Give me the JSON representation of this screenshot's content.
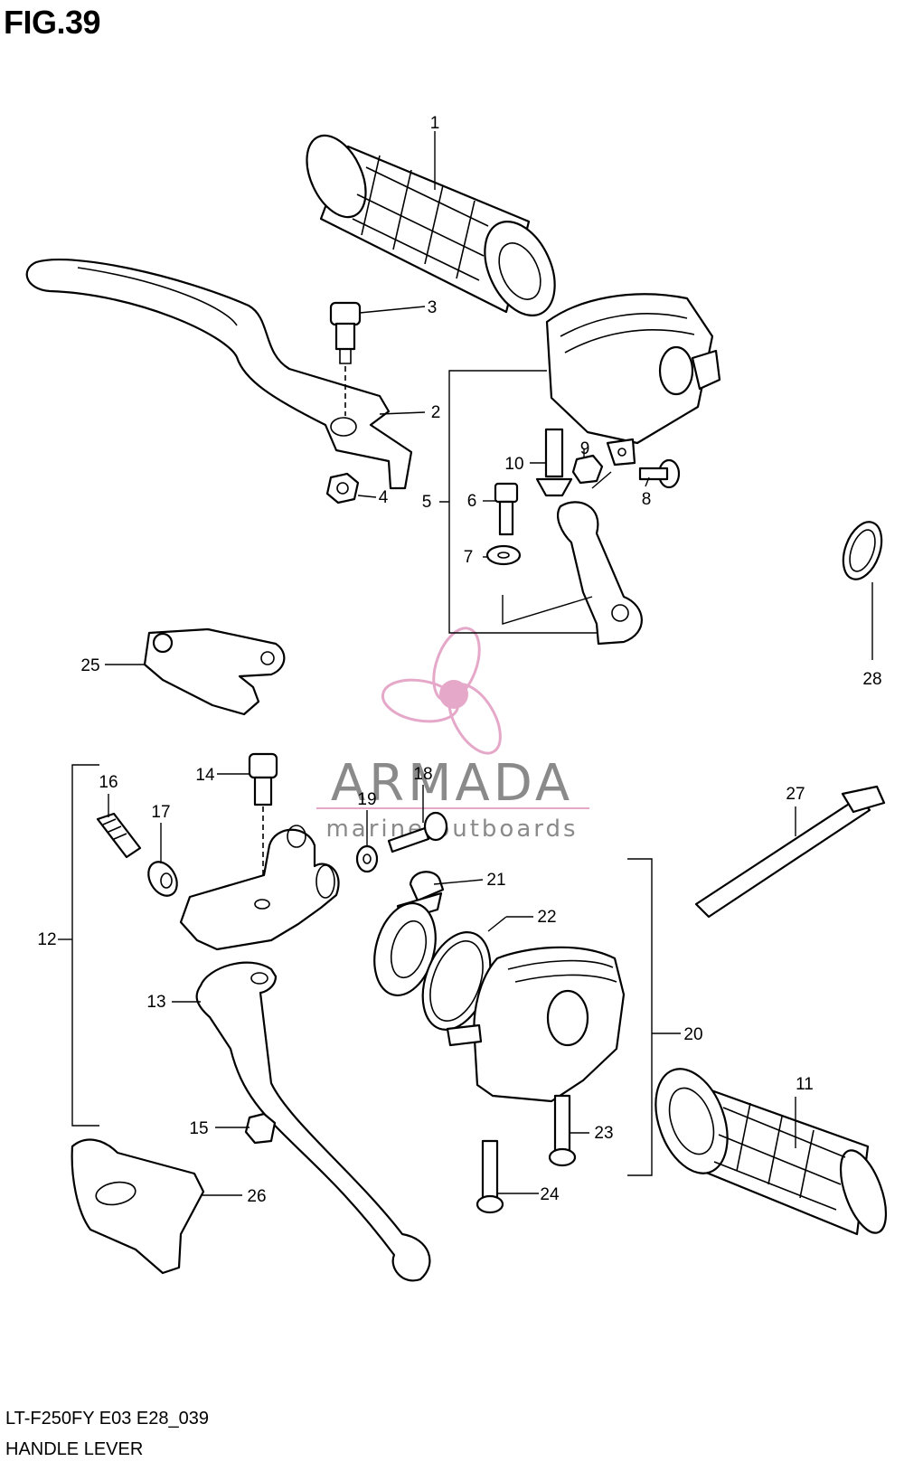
{
  "header": {
    "figure_title": "FIG.39"
  },
  "footer": {
    "model_code": "LT-F250FY E03 E28_039",
    "figure_name": "HANDLE LEVER"
  },
  "watermark": {
    "brand": "ARMADA",
    "tagline": "marine outboards",
    "accent_color": "#e5a8c9",
    "text_color": "#8a8a8a"
  },
  "callouts": [
    "1",
    "2",
    "3",
    "4",
    "5",
    "6",
    "7",
    "8",
    "9",
    "10",
    "11",
    "12",
    "13",
    "14",
    "15",
    "16",
    "17",
    "18",
    "19",
    "20",
    "21",
    "22",
    "23",
    "24",
    "25",
    "26",
    "27",
    "28"
  ]
}
